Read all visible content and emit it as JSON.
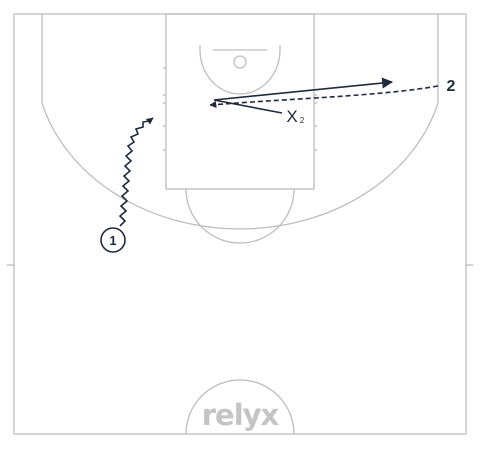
{
  "diagram": {
    "players": [
      {
        "id": "player-1",
        "label": "1"
      },
      {
        "id": "player-2",
        "label": "2"
      }
    ],
    "defender": {
      "symbol": "X",
      "subscript": "2"
    },
    "logo_text": "relyx",
    "colors": {
      "court_lines": "#bdbdbd",
      "play_lines": "#1f2a3d",
      "logo": "#c4c4c4",
      "background": "#ffffff"
    }
  }
}
